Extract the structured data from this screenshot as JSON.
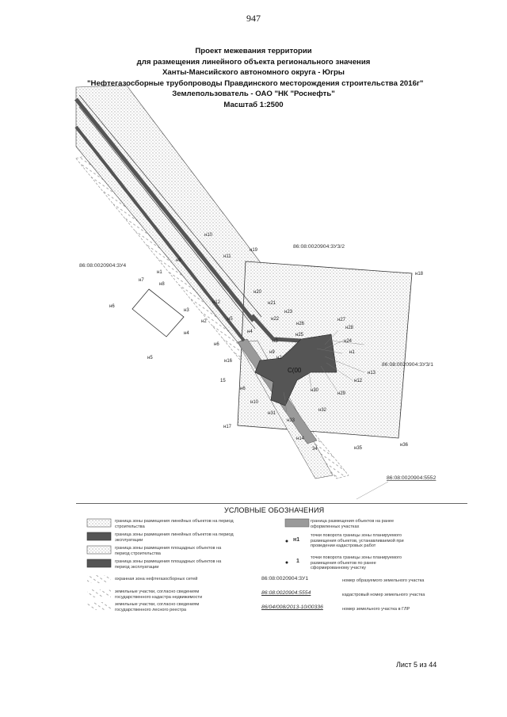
{
  "page_number": "947",
  "title": {
    "line1": "Проект межевания территории",
    "line2": "для размещения линейного объекта регионального значения",
    "line3": "Ханты-Мансийского автономного округа - Югры",
    "line4": "\"Нефтегазосборные трубопроводы Правдинского месторождения строительства 2016г\"",
    "line5": "Землепользователь - ОАО \"НК \"Роснефть\"",
    "line6": "Масштаб 1:2500"
  },
  "map": {
    "parcel_zu3_2": "86:08:0020904:3УЗ/2",
    "parcel_zu3_1": "86:08:0020904:3УЗ/1",
    "parcel_zu4": "86:08:0020904:3У4",
    "cadastral_5552": "86:08:0020904:5552",
    "zone_code": "С(00",
    "points": {
      "n1": "н1",
      "n2": "н2",
      "n3": "н3",
      "n4": "н4",
      "n5": "н5",
      "n6": "н6",
      "n7": "н7",
      "n8": "н8",
      "n9": "н9",
      "n10": "н10",
      "n11": "н11",
      "n12": "н12",
      "n13": "н13",
      "n14": "н14",
      "n16": "н16",
      "n17": "н17",
      "n18": "н18",
      "n19": "н19",
      "n20": "н20",
      "n21": "н21",
      "n22": "н22",
      "n23": "н23",
      "n24": "н24",
      "n25": "н25",
      "n26": "н26",
      "n27": "н27",
      "n28": "н28",
      "n29": "н29",
      "n30": "н30",
      "n31": "н31",
      "n32": "н32",
      "n33": "н33",
      "n35": "н35",
      "n36": "н36",
      "p15": "15",
      "p34": "34"
    }
  },
  "legend": {
    "title": "УСЛОВНЫЕ ОБОЗНАЧЕНИЯ",
    "left": [
      "граница зоны размещения линейных объектов на период строительства",
      "граница зоны размещения линейных объектов на период эксплуатации",
      "граница зоны размещения площадных объектов на период строительства",
      "граница зоны размещения площадных объектов на период эксплуатации",
      "охранная зона нефтегазосборных сетей",
      "земельные участки, согласно сведениям государственного кадастра недвижимости",
      "земельные участки, согласно сведениям государственного лесного реестра"
    ],
    "right": [
      "граница размещения объектов на ранее оформленных участках",
      "точки поворота границы зоны планируемого размещения объектов, устанавливаемой при проведении кадастровых работ",
      "точки поворота границы зоны планируемого размещения объектов по ранее сформированному участку"
    ],
    "marker_n1": "н1",
    "marker_1": "1",
    "code_examples": [
      {
        "code": "86:08:0020904:3У1",
        "desc": "номер образуемого земельного участка"
      },
      {
        "code": "86:08:0020904:5554",
        "desc": "кадастровый номер земельного участка"
      },
      {
        "code": "86/04/008/2013-10/00336",
        "desc": "номер земельного участка в ГЛР"
      }
    ]
  },
  "footer": {
    "sheet": "Лист 5 из 44"
  },
  "colors": {
    "operation_zone": "#555555",
    "previous_parcel": "#9a9a9a",
    "construction_zone": "#ffffff"
  }
}
